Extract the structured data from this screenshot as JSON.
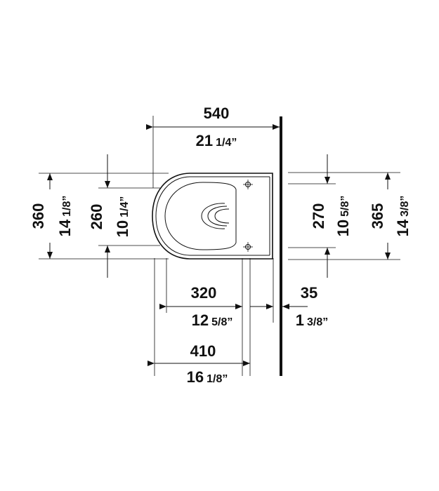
{
  "dimensions": {
    "overall_length": {
      "mm": "540",
      "inch_whole": "21",
      "inch_frac": "1/4”"
    },
    "seat_width": {
      "mm": "360",
      "inch_whole": "14",
      "inch_frac": "1/8”"
    },
    "rim_width": {
      "mm": "260",
      "inch_whole": "10",
      "inch_frac": "1/4”"
    },
    "back_width": {
      "mm": "270",
      "inch_whole": "10",
      "inch_frac": "5/8”"
    },
    "mount_width": {
      "mm": "365",
      "inch_whole": "14",
      "inch_frac": "3/8”"
    },
    "fixing_distance": {
      "mm": "320",
      "inch_whole": "12",
      "inch_frac": "5/8”"
    },
    "wall_offset": {
      "mm": "35",
      "inch_whole": "1",
      "inch_frac": "3/8”"
    },
    "bowl_depth": {
      "mm": "410",
      "inch_whole": "16",
      "inch_frac": "1/8”"
    }
  }
}
